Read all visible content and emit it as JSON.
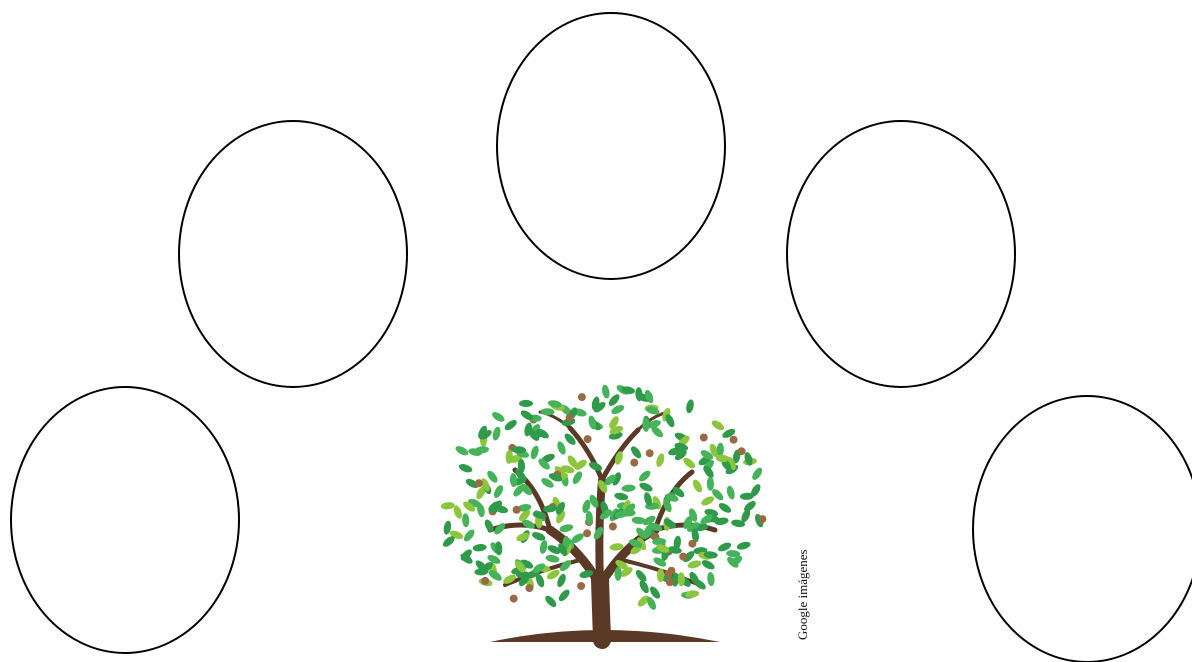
{
  "oval_frames": {
    "count": 5,
    "stroke_color": "#000000",
    "fill": "empty"
  },
  "tree_illustration": {
    "icon": "tree-icon",
    "colors": {
      "trunk": "#5a3a26",
      "leaf_dark": "#2e9a4a",
      "leaf_mid": "#46b35a",
      "leaf_light": "#8cc63f",
      "fruit": "#9a6a45"
    }
  },
  "credit_text": "Google imágenes"
}
